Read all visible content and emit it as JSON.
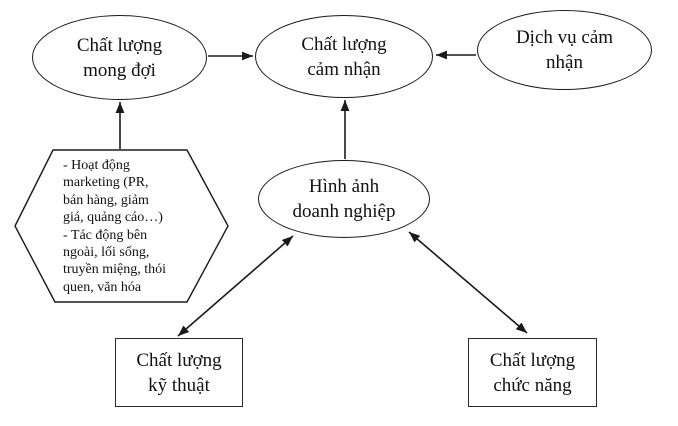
{
  "colors": {
    "stroke": "#1a1a1a",
    "background": "#ffffff"
  },
  "nodes": {
    "expected_quality": {
      "shape": "ellipse",
      "label": "Chất lượng\nmong đợi"
    },
    "perceived_quality": {
      "shape": "ellipse",
      "label": "Chất lượng\ncảm nhận"
    },
    "perceived_service": {
      "shape": "ellipse",
      "label": "Dịch vụ cảm\nnhận"
    },
    "corporate_image": {
      "shape": "ellipse",
      "label": "Hình ảnh\ndoanh nghiệp"
    },
    "technical_quality": {
      "shape": "rectangle",
      "label": "Chất lượng\nkỹ thuật"
    },
    "functional_quality": {
      "shape": "rectangle",
      "label": "Chất lượng\nchức năng"
    },
    "marketing_factors": {
      "shape": "hexagon",
      "label": "- Hoạt động\nmarketing (PR,\nbán hàng, giảm\ngiá, quảng cáo…)\n- Tác động bên\nngoài, lối sống,\ntruyền miệng, thói\nquen, văn hóa"
    }
  },
  "edges": [
    {
      "from": "expected_quality",
      "to": "perceived_quality",
      "direction": "one-way"
    },
    {
      "from": "perceived_service",
      "to": "perceived_quality",
      "direction": "one-way"
    },
    {
      "from": "marketing_factors",
      "to": "expected_quality",
      "direction": "one-way"
    },
    {
      "from": "corporate_image",
      "to": "perceived_quality",
      "direction": "one-way"
    },
    {
      "from": "technical_quality",
      "to": "corporate_image",
      "direction": "two-way"
    },
    {
      "from": "functional_quality",
      "to": "corporate_image",
      "direction": "two-way"
    }
  ]
}
